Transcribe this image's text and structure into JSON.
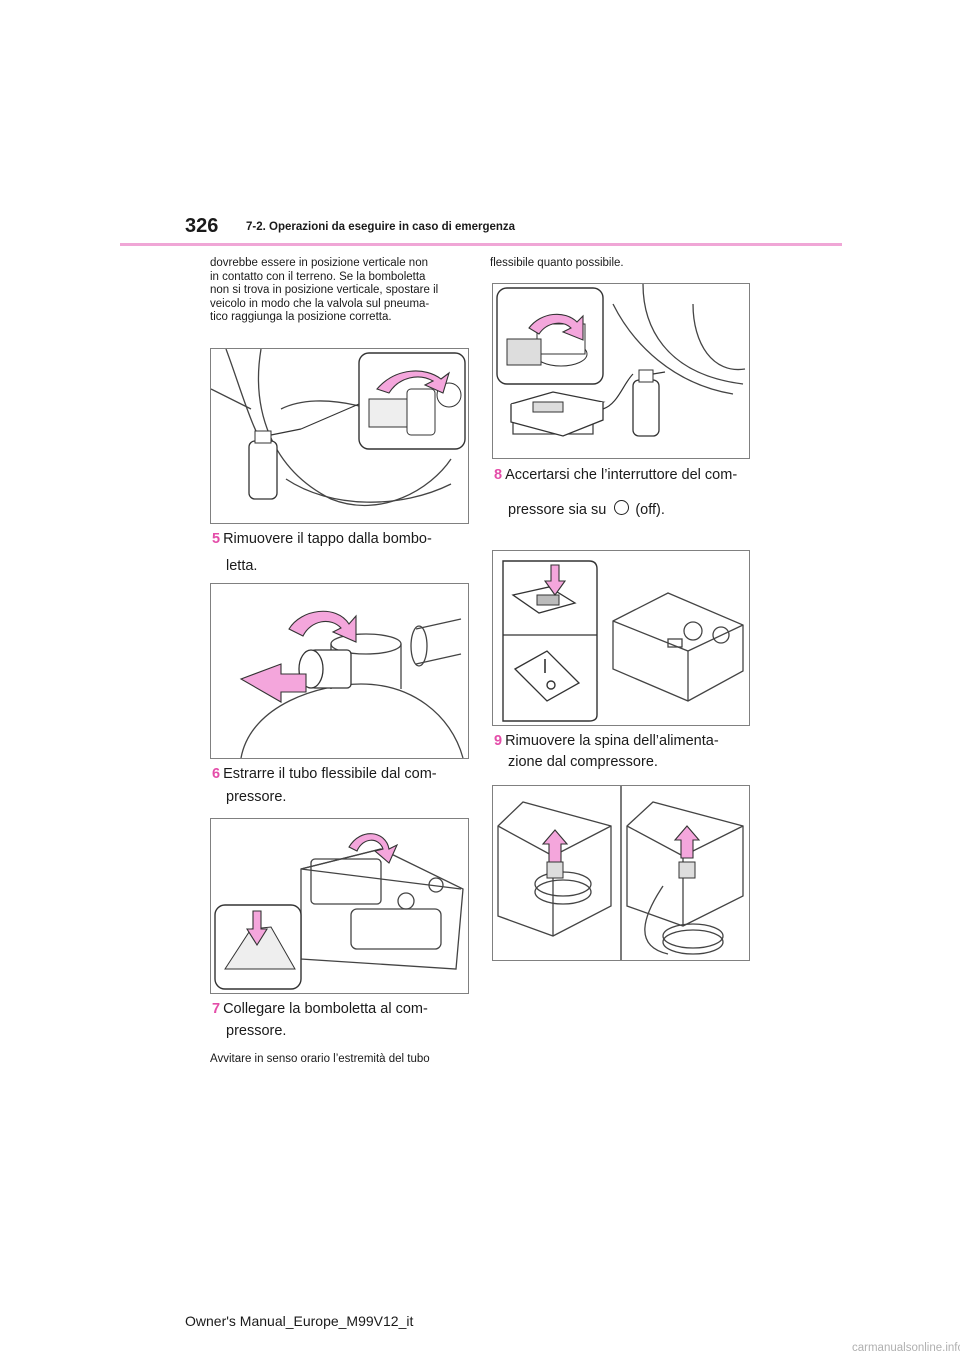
{
  "header": {
    "page_number": "326",
    "section_title": "7-2. Operazioni da eseguire in caso di emergenza"
  },
  "left_column": {
    "intro_lines": [
      "dovrebbe essere in posizione verticale non",
      "in contatto con il terreno. Se la bomboletta",
      "non si trova in posizione verticale, spostare il",
      "veicolo in modo che la valvola sul pneuma-",
      "tico raggiunga la posizione corretta."
    ],
    "step5": {
      "number": "5",
      "line1": "Rimuovere il tappo dalla bombo-",
      "line2": "letta."
    },
    "step6": {
      "number": "6",
      "line1": "Estrarre il tubo flessibile dal com-",
      "line2": "pressore."
    },
    "step7": {
      "number": "7",
      "line1": "Collegare la bomboletta al com-",
      "line2": "pressore."
    },
    "step7_note": "Avvitare in senso orario l’estremità del tubo"
  },
  "right_column": {
    "continuation": "flessibile quanto possibile.",
    "step8": {
      "number": "8",
      "line1": "Accertarsi che l’interruttore del com-",
      "line2_before": "pressore sia su",
      "line2_after": "(off).",
      "icon": "off-circle-icon"
    },
    "step9": {
      "number": "9",
      "line1": "Rimuovere la spina dell’alimenta-",
      "line2": "zione dal compressore."
    }
  },
  "footer": {
    "manual_label": "Owner's Manual_Europe_M99V12_it",
    "watermark": "carmanualsonline.info"
  },
  "colors": {
    "accent": "#e44da9",
    "rule": "#f0a6d6",
    "arrow_fill": "#f4a6dc"
  }
}
